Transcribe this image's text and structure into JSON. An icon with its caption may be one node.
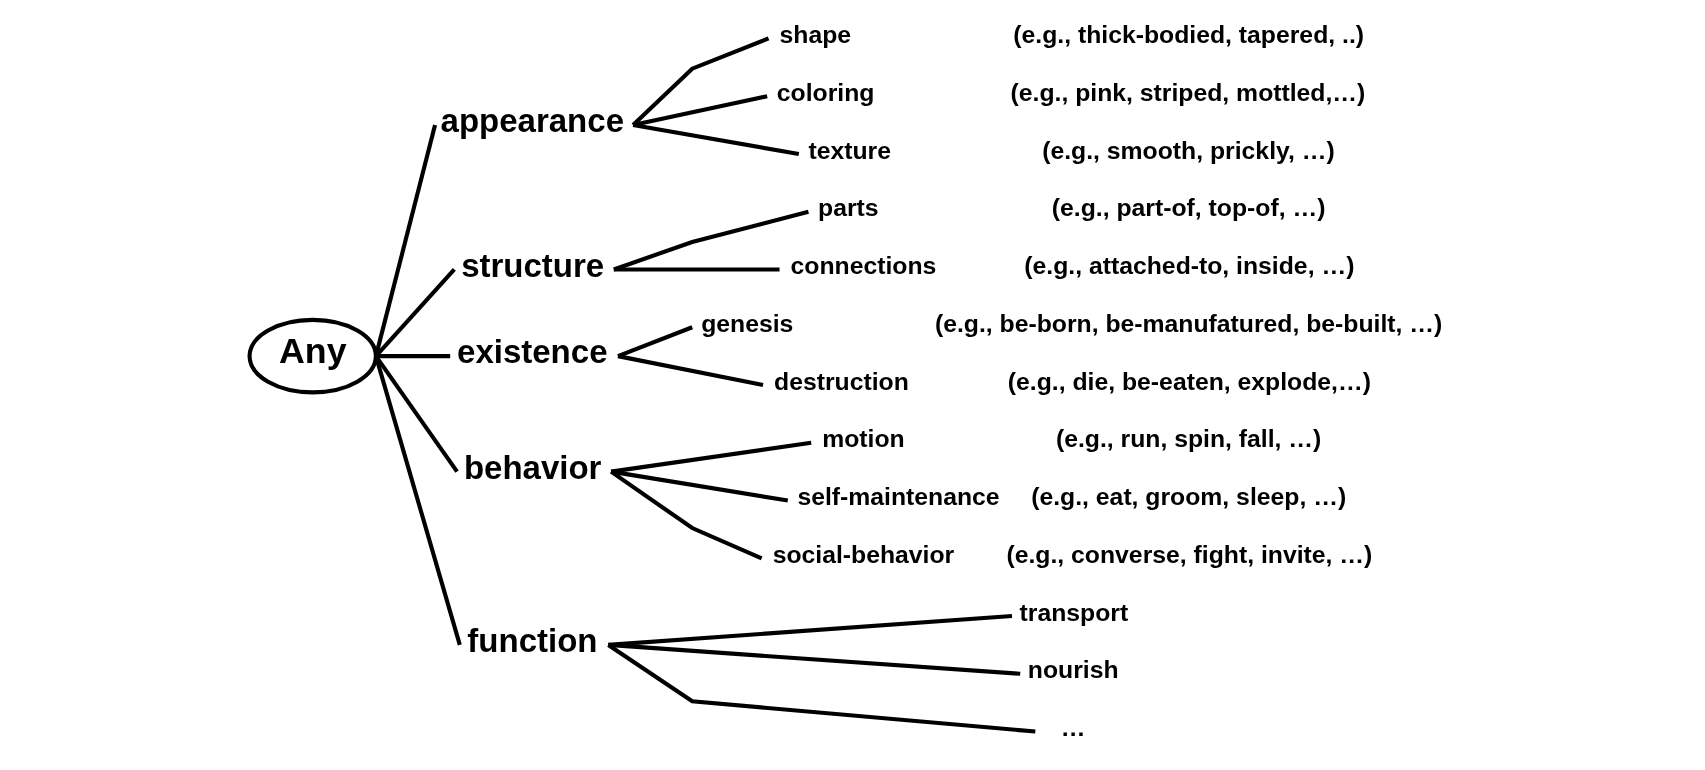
{
  "diagram": {
    "nodes": [
      {
        "text": [
          "Any"
        ]
      },
      {
        "text": [
          "appearance"
        ]
      },
      {
        "text": [
          "shape"
        ],
        "beside": [
          "(e.g., thick-bodied, tapered, ..)"
        ]
      },
      {
        "text": [
          "coloring"
        ],
        "beside": [
          "(e.g., pink, striped, mottled,…)"
        ]
      },
      {
        "text": [
          "texture"
        ],
        "beside": [
          "(e.g., smooth, prickly, …)"
        ]
      },
      {
        "text": [
          "structure"
        ]
      },
      {
        "text": [
          "parts"
        ],
        "beside": [
          "(e.g., part-of, top-of, …)"
        ]
      },
      {
        "text": [
          "connections"
        ],
        "beside": [
          "(e.g., attached-to, inside, …)"
        ]
      },
      {
        "text": [
          "existence"
        ]
      },
      {
        "text": [
          "genesis"
        ],
        "beside": [
          "(e.g., be-born, be-manufatured, be-built, …)"
        ]
      },
      {
        "text": [
          "destruction"
        ],
        "beside": [
          "(e.g., die, be-eaten, explode,…)"
        ]
      },
      {
        "text": [
          "behavior"
        ]
      },
      {
        "text": [
          "motion"
        ],
        "beside": [
          "(e.g., run, spin, fall, …)"
        ]
      },
      {
        "text": [
          "self-maintenance"
        ],
        "beside": [
          "(e.g., eat, groom, sleep, …)"
        ]
      },
      {
        "text": [
          "social-behavior"
        ],
        "beside": [
          "(e.g., converse, fight, invite, …)"
        ]
      },
      {
        "text": [
          "function"
        ]
      },
      {
        "text": [
          "transport"
        ]
      },
      {
        "text": [
          "nourish"
        ]
      },
      {
        "text": [
          "…"
        ]
      }
    ],
    "edges": [
      {
        "from": 0,
        "to": 1,
        "arrow": "none"
      },
      {
        "from": 0,
        "to": 5,
        "arrow": "none"
      },
      {
        "from": 0,
        "to": 8,
        "arrow": "none"
      },
      {
        "from": 0,
        "to": 11,
        "arrow": "none"
      },
      {
        "from": 0,
        "to": 15,
        "arrow": "none"
      },
      {
        "from": 1,
        "to": 2,
        "arrow": "none"
      },
      {
        "from": 1,
        "to": 3,
        "arrow": "none"
      },
      {
        "from": 1,
        "to": 4,
        "arrow": "none"
      },
      {
        "from": 5,
        "to": 6,
        "arrow": "none"
      },
      {
        "from": 5,
        "to": 7,
        "arrow": "none"
      },
      {
        "from": 8,
        "to": 9,
        "arrow": "none"
      },
      {
        "from": 8,
        "to": 10,
        "arrow": "none"
      },
      {
        "from": 11,
        "to": 12,
        "arrow": "none"
      },
      {
        "from": 11,
        "to": 13,
        "arrow": "none"
      },
      {
        "from": 11,
        "to": 14,
        "arrow": "none"
      },
      {
        "from": 15,
        "to": 16,
        "arrow": "none"
      },
      {
        "from": 15,
        "to": 17,
        "arrow": "none"
      },
      {
        "from": 15,
        "to": 18,
        "arrow": "none"
      }
    ]
  }
}
